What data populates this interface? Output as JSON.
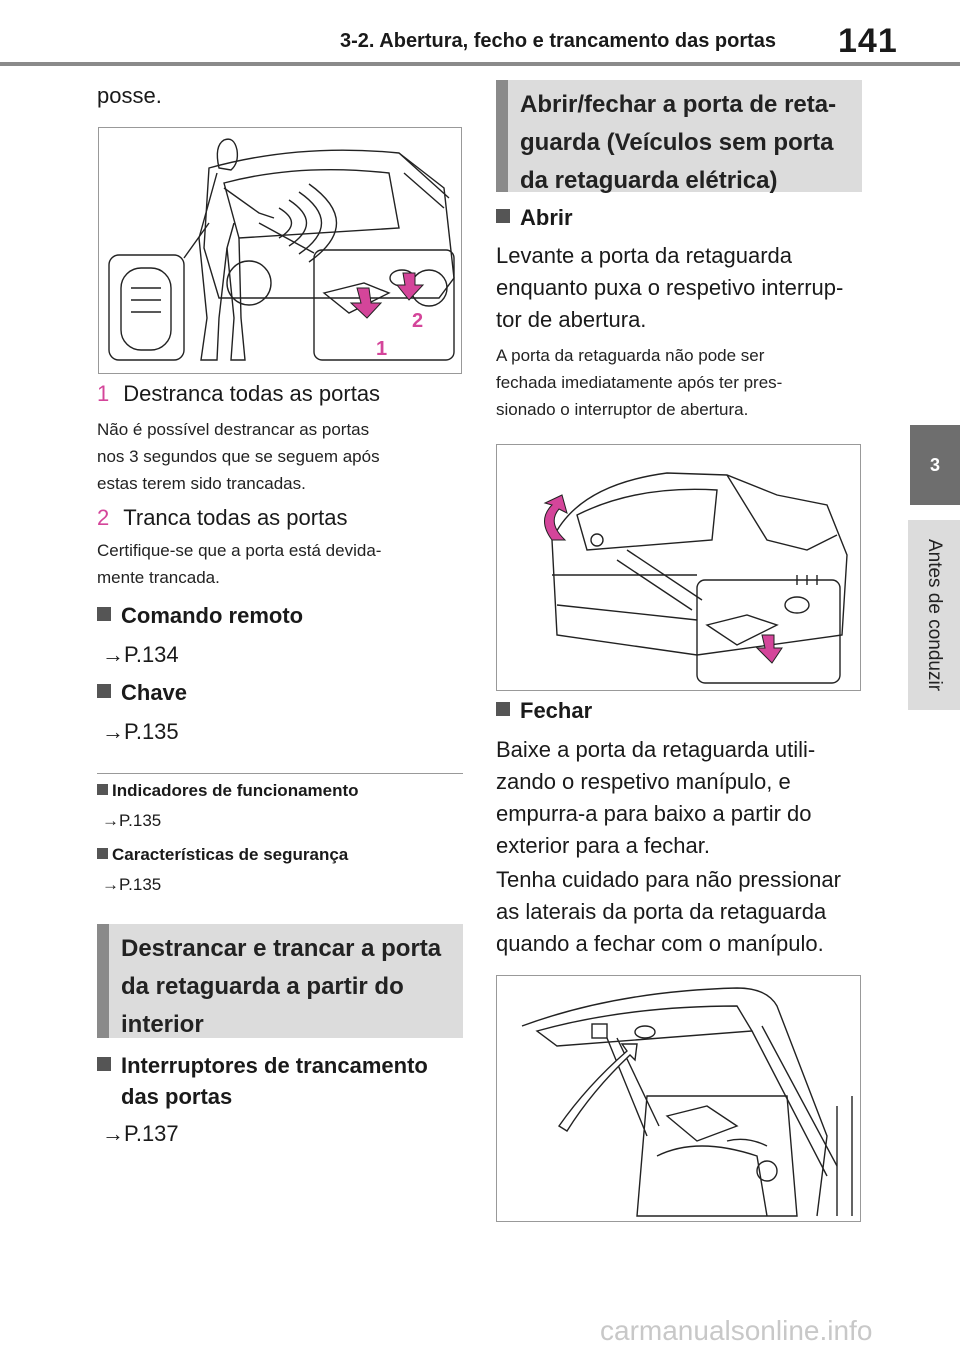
{
  "header": {
    "section_title": "3-2. Abertura, fecho e trancamento das portas",
    "page_number": "141"
  },
  "side_tab": {
    "chapter_number": "3",
    "chapter_title": "Antes de conduzir"
  },
  "left_column": {
    "intro_text": "posse.",
    "figure1_callouts": {
      "one": "1",
      "two": "2"
    },
    "steps": [
      {
        "number": "1",
        "title": "Destranca todas as portas",
        "note": [
          "Não é possível destrancar as portas",
          "nos 3 segundos que se seguem após",
          "estas terem sido trancadas."
        ]
      },
      {
        "number": "2",
        "title": "Tranca todas as portas",
        "note": [
          "Certifique-se que a porta está devida-",
          "mente trancada."
        ]
      }
    ],
    "remote": {
      "title": "Comando remoto",
      "ref": "P.134"
    },
    "key": {
      "title": "Chave",
      "ref": "P.135"
    },
    "indicators": {
      "title": "Indicadores de funcionamento",
      "ref": "P.135"
    },
    "safety": {
      "title": "Características de segurança",
      "ref": "P.135"
    },
    "section_heading": [
      "Destrancar e trancar a porta",
      "da retaguarda a partir do",
      "interior"
    ],
    "lock_switches": {
      "title_lines": [
        "Interruptores de trancamento",
        "das portas"
      ],
      "ref": "P.137"
    }
  },
  "right_column": {
    "section_heading": [
      "Abrir/fechar a porta de reta-",
      "guarda (Veículos sem porta",
      "da retaguarda elétrica)"
    ],
    "open": {
      "title": "Abrir",
      "text": [
        "Levante a porta da retaguarda",
        "enquanto puxa o respetivo interrup-",
        "tor de abertura."
      ],
      "note": [
        "A porta da retaguarda não pode ser",
        "fechada imediatamente após ter pres-",
        "sionado o interruptor de abertura."
      ]
    },
    "close": {
      "title": "Fechar",
      "text": [
        "Baixe a porta da retaguarda utili-",
        "zando o respetivo manípulo, e",
        "empurra-a para baixo a partir do",
        "exterior para a fechar."
      ],
      "text2": [
        "Tenha cuidado para não pressionar",
        "as laterais da porta da retaguarda",
        "quando a fechar com o manípulo."
      ]
    }
  },
  "footer": {
    "watermark": "carmanualsonline.info"
  },
  "colors": {
    "accent_pink": "#d4459a",
    "heading_bg": "#dcdcdc",
    "heading_bar": "#8a8a8a",
    "tab_dark": "#6e6e6e"
  },
  "icons": {
    "arrow": "right-arrow-icon",
    "bullet": "square-bullet-icon"
  }
}
